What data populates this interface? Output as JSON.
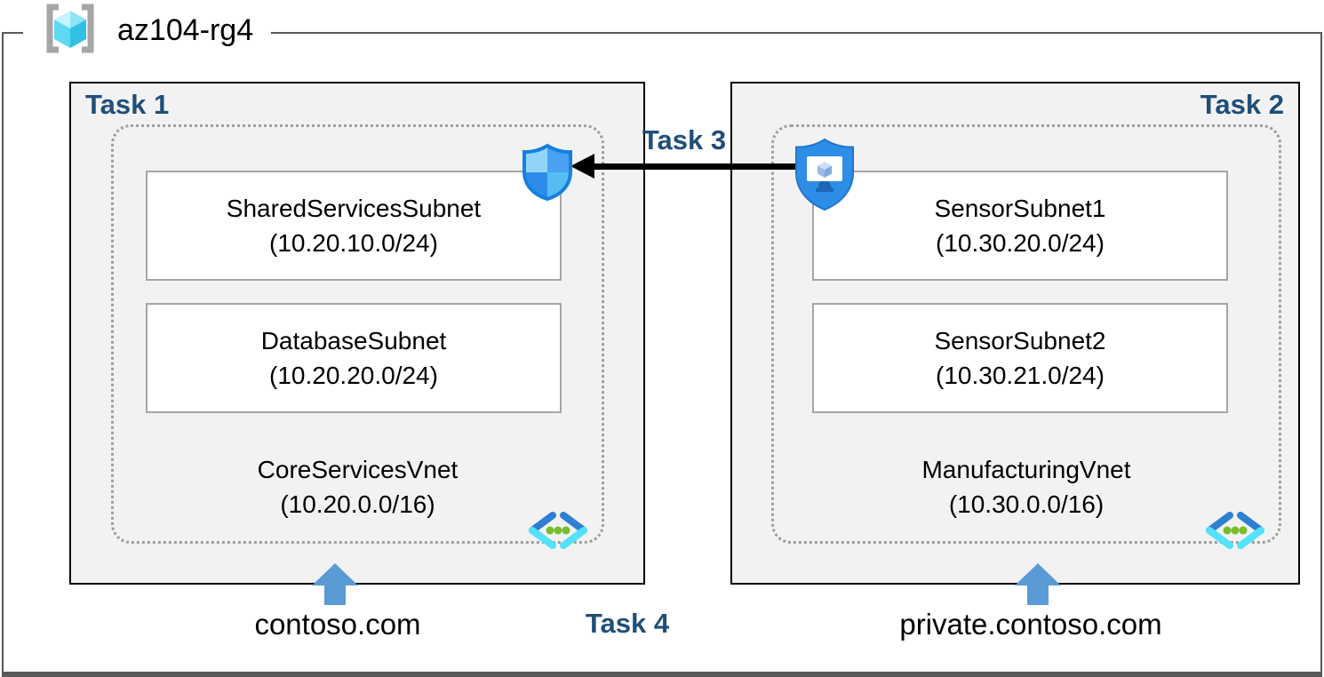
{
  "resource_group": {
    "label": "az104-rg4"
  },
  "task_labels": {
    "task1": "Task 1",
    "task2": "Task 2",
    "task3": "Task 3",
    "task4": "Task 4"
  },
  "vnet_left": {
    "name": "CoreServicesVnet",
    "cidr": "(10.20.0.0/16)",
    "dns_zone": "contoso.com",
    "subnets": [
      {
        "name": "SharedServicesSubnet",
        "cidr": "(10.20.10.0/24)"
      },
      {
        "name": "DatabaseSubnet",
        "cidr": "(10.20.20.0/24)"
      }
    ]
  },
  "vnet_right": {
    "name": "ManufacturingVnet",
    "cidr": "(10.30.0.0/16)",
    "dns_zone": "private.contoso.com",
    "subnets": [
      {
        "name": "SensorSubnet1",
        "cidr": "(10.30.20.0/24)"
      },
      {
        "name": "SensorSubnet2",
        "cidr": "(10.30.21.0/24)"
      }
    ]
  },
  "icons": {
    "resource_group": "resource-group-icon",
    "network_security_group": "network-security-group-shield-icon",
    "bastion": "bastion-shield-monitor-icon",
    "virtual_network": "virtual-network-chevrons-icon",
    "up_arrow": "blue-up-arrow",
    "peering_arrow": "black-left-arrow"
  },
  "colors": {
    "task_label": "#1f4e79",
    "up_arrow": "#5b9bd5",
    "peering_arrow": "#000000",
    "task_box_fill": "#f2f2f2",
    "subnet_border": "#a6a6a6",
    "dashed_border": "#9e9e9e",
    "frame_border": "#595959"
  }
}
